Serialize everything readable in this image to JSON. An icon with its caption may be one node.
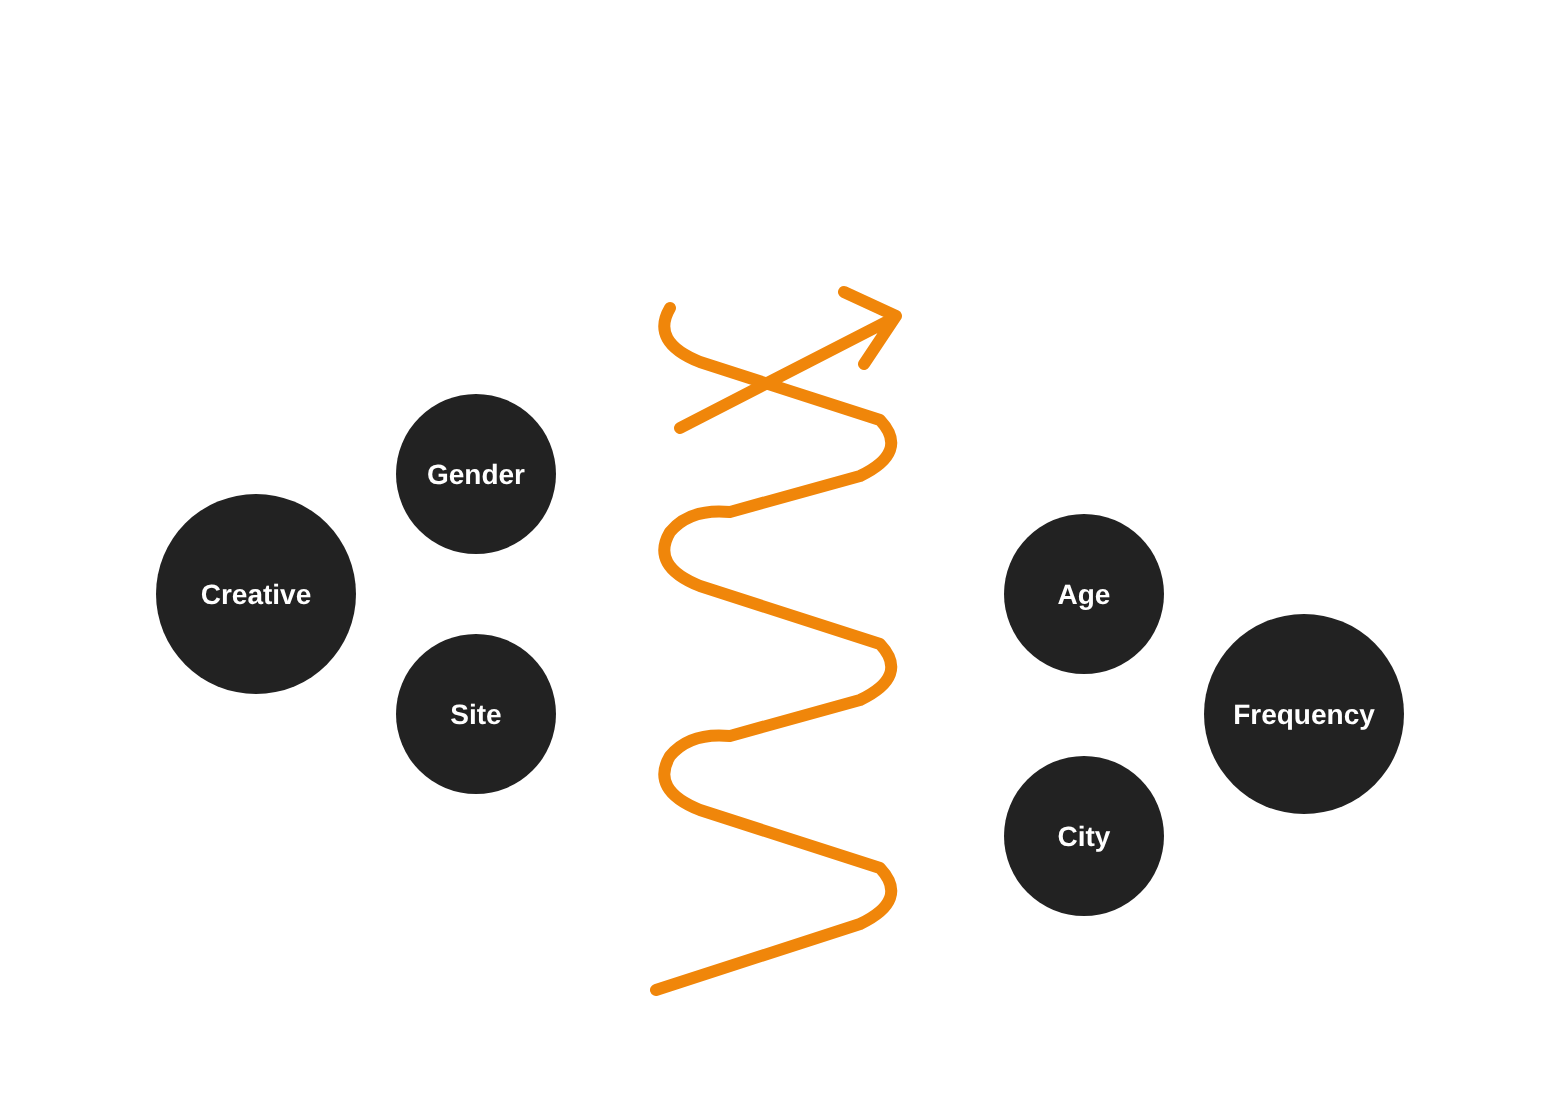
{
  "diagram": {
    "nodes": [
      {
        "text": [
          "Creative"
        ]
      },
      {
        "text": [
          "Gender"
        ]
      },
      {
        "text": [
          "Site"
        ]
      },
      {
        "text": [
          "Age"
        ]
      },
      {
        "text": [
          "City"
        ]
      },
      {
        "text": [
          "Frequency"
        ]
      }
    ]
  }
}
